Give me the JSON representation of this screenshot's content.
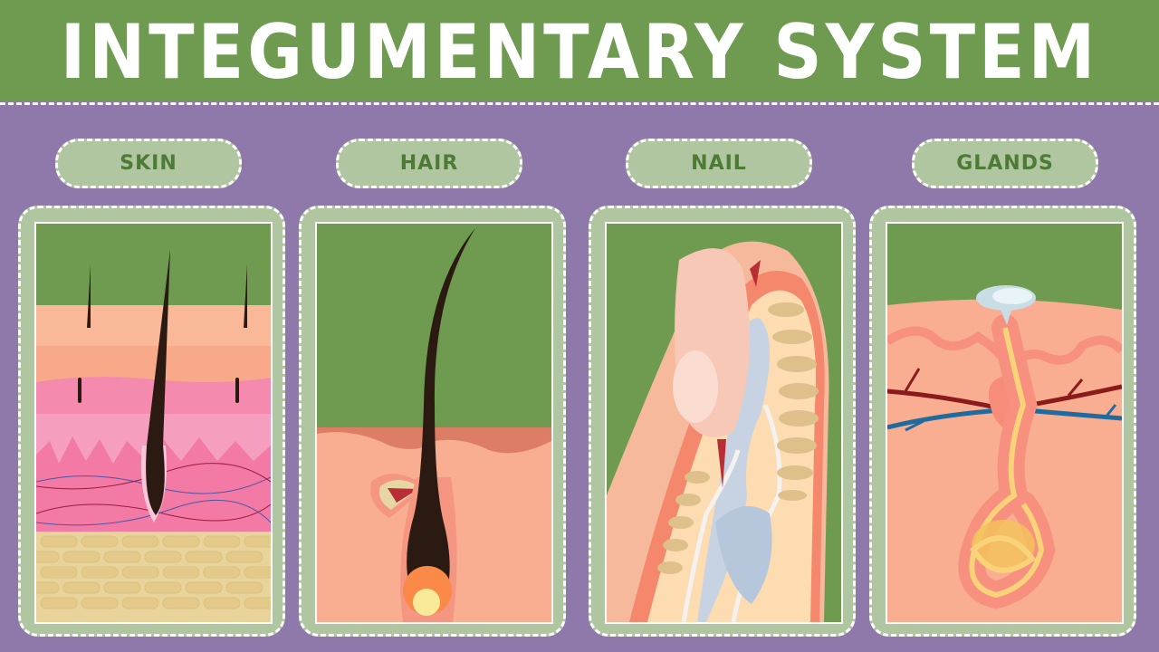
{
  "header": {
    "title": "INTEGUMENTARY SYSTEM"
  },
  "colors": {
    "background": "#8f79ab",
    "title_bar": "#6e9b4f",
    "card_frame": "#b0c6a0",
    "label_text": "#4d7a35",
    "skin_tone": "#f9ae92"
  },
  "sections": [
    {
      "label": "SKIN",
      "illustration": "skin-cross-section"
    },
    {
      "label": "HAIR",
      "illustration": "hair-follicle"
    },
    {
      "label": "NAIL",
      "illustration": "fingertip-nail-cross-section"
    },
    {
      "label": "GLANDS",
      "illustration": "sweat-gland"
    }
  ]
}
